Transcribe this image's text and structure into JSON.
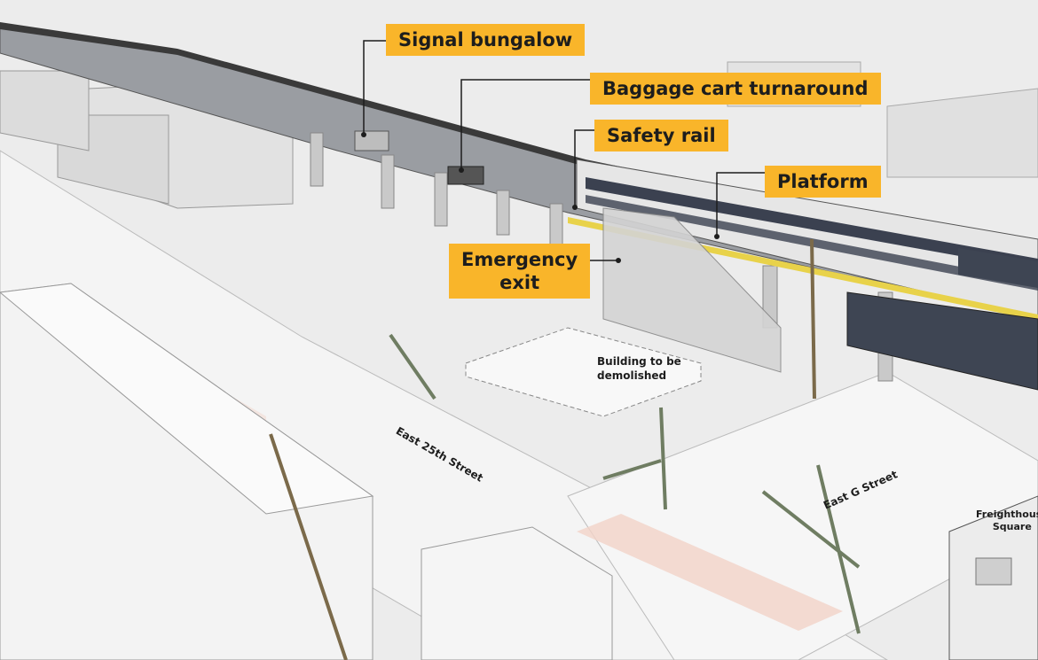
{
  "callouts": {
    "signal_bungalow": "Signal bungalow",
    "baggage_cart_turnaround": "Baggage cart turnaround",
    "safety_rail": "Safety rail",
    "platform": "Platform",
    "emergency_exit_line1": "Emergency",
    "emergency_exit_line2": "exit"
  },
  "places": {
    "building_demolished_line1": "Building to be",
    "building_demolished_line2": "demolished",
    "east_25th_street": "East 25th Street",
    "east_g_street": "East G Street",
    "freighthouse_line1": "Freighthouse",
    "freighthouse_line2": "Square"
  },
  "colors": {
    "callout": "#f9b52a",
    "ground": "#ececec",
    "viaduct": "#8a8d92",
    "train_window": "#3b4150",
    "crosswalk": "#f3d3c8"
  }
}
